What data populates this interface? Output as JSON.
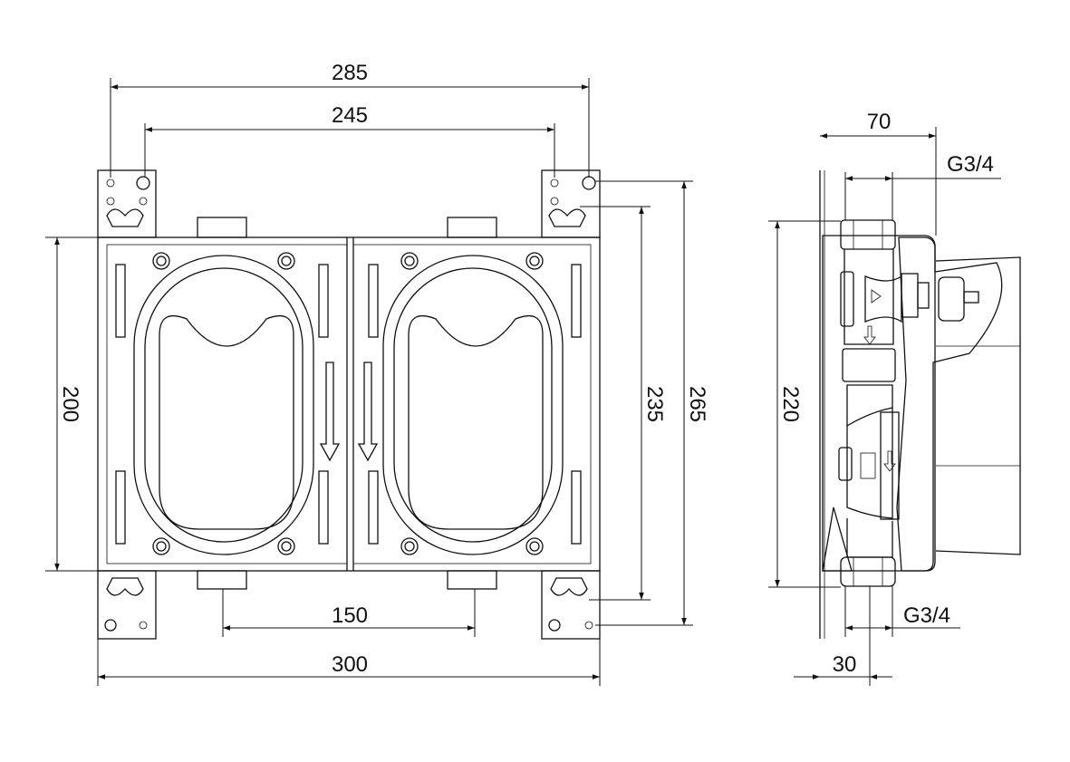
{
  "front_view": {
    "dimensions": {
      "top_outer_width": "285",
      "top_inner_width": "245",
      "height_body": "200",
      "height_mid": "235",
      "height_outer": "265",
      "outlet_spacing": "150",
      "total_width": "300"
    }
  },
  "side_view": {
    "dimensions": {
      "depth": "70",
      "thread_top": "G3/4",
      "height": "220",
      "thread_bottom": "G3/4",
      "offset": "30"
    }
  },
  "colors": {
    "line": "#111111",
    "background": "#ffffff"
  }
}
